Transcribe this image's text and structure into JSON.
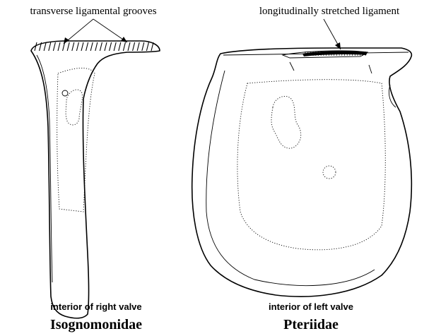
{
  "annotations": {
    "left_callout": "transverse ligamental grooves",
    "right_callout": "longitudinally stretched ligament"
  },
  "specimens": [
    {
      "view": "interior of right valve",
      "family": "Isognomonidae"
    },
    {
      "view": "interior of left valve",
      "family": "Pteriidae"
    }
  ],
  "colors": {
    "ink": "#000000",
    "paper": "#ffffff"
  }
}
